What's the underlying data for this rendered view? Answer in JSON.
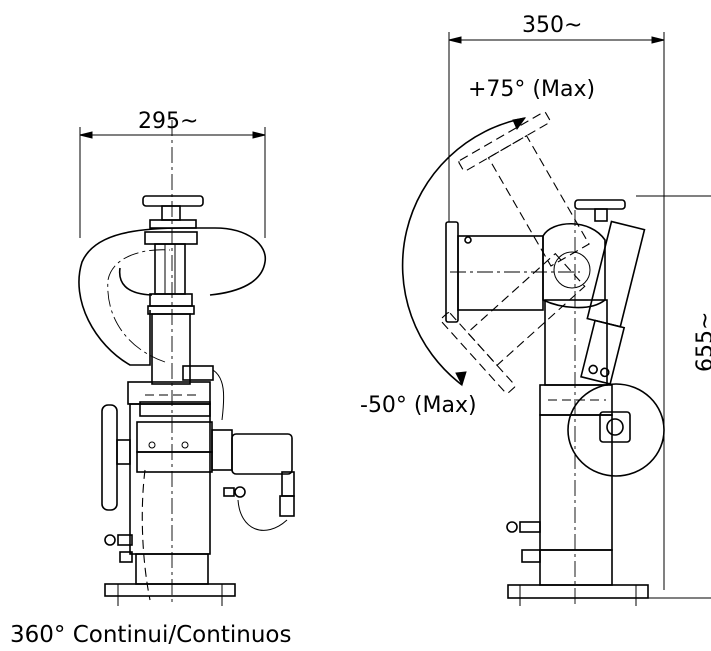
{
  "dimensions": {
    "front_width": "295~",
    "side_width": "350~",
    "side_height": "655~"
  },
  "angles": {
    "up": "+75° (Max)",
    "down": "-50° (Max)"
  },
  "caption": "360° Continui/Continuos"
}
